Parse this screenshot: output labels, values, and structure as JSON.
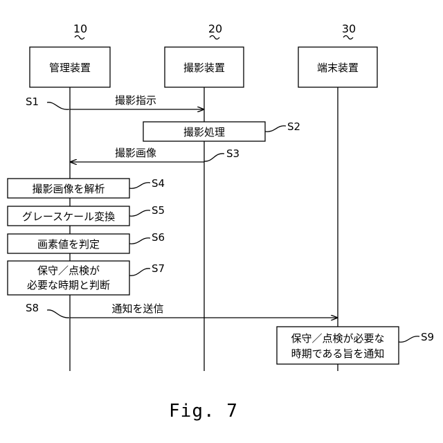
{
  "figure_label": "Fig. 7",
  "devices": [
    {
      "ref": "10",
      "label": "管理装置"
    },
    {
      "ref": "20",
      "label": "撮影装置"
    },
    {
      "ref": "30",
      "label": "端末装置"
    }
  ],
  "messages": {
    "s1": {
      "step": "S1",
      "label": "撮影指示"
    },
    "s3": {
      "step": "S3",
      "label": "撮影画像"
    },
    "s8": {
      "step": "S8",
      "label": "通知を送信"
    }
  },
  "processes": {
    "s2": {
      "step": "S2",
      "lines": [
        "撮影処理"
      ]
    },
    "s4": {
      "step": "S4",
      "lines": [
        "撮影画像を解析"
      ]
    },
    "s5": {
      "step": "S5",
      "lines": [
        "グレースケール変換"
      ]
    },
    "s6": {
      "step": "S6",
      "lines": [
        "画素値を判定"
      ]
    },
    "s7": {
      "step": "S7",
      "lines": [
        "保守／点検が",
        "必要な時期と判断"
      ]
    },
    "s9": {
      "step": "S9",
      "lines": [
        "保守／点検が必要な",
        "時期である旨を通知"
      ]
    }
  }
}
